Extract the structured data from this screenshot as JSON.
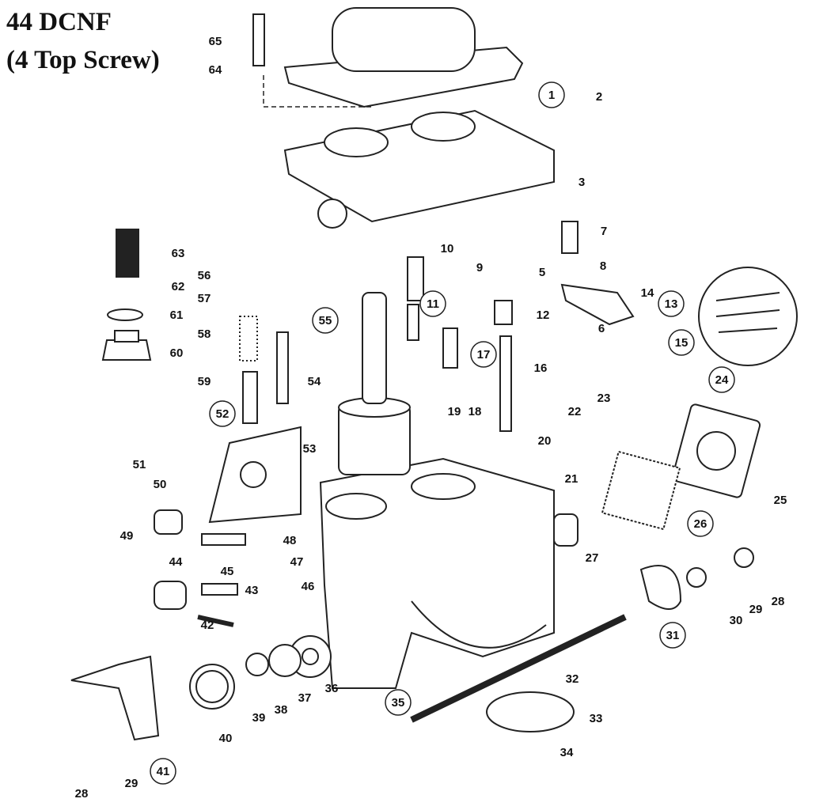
{
  "title": {
    "line1": "44 DCNF",
    "line2": "(4 Top Screw)"
  },
  "callouts": [
    "65",
    "64",
    "2",
    "1",
    "3",
    "7",
    "10",
    "9",
    "63",
    "8",
    "5",
    "56",
    "62",
    "14",
    "13",
    "57",
    "11",
    "55",
    "61",
    "12",
    "6",
    "15",
    "58",
    "60",
    "17",
    "16",
    "59",
    "54",
    "24",
    "19",
    "18",
    "52",
    "22",
    "23",
    "20",
    "53",
    "51",
    "21",
    "50",
    "25",
    "26",
    "49",
    "48",
    "27",
    "44",
    "47",
    "45",
    "46",
    "28",
    "29",
    "30",
    "31",
    "43",
    "42",
    "36",
    "37",
    "38",
    "39",
    "32",
    "35",
    "40",
    "33",
    "41",
    "34",
    "28",
    "29"
  ]
}
